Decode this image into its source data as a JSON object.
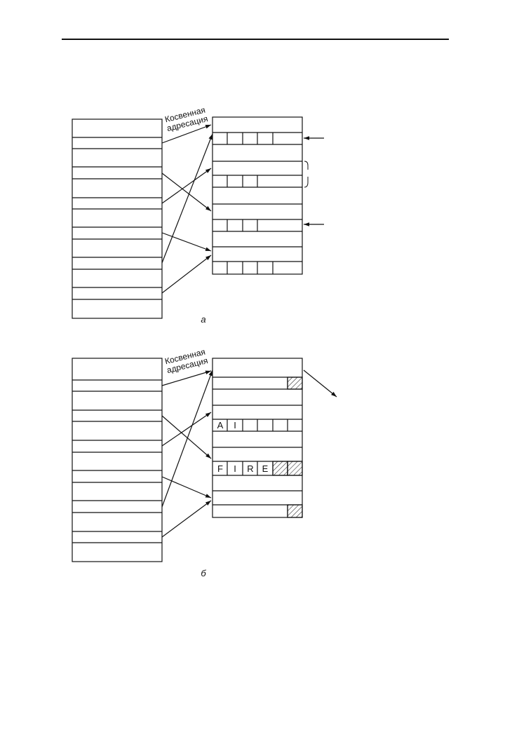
{
  "figure_a": {
    "caption": "а",
    "arrow_label_line1": "Косвенная",
    "arrow_label_line2": "адресация",
    "entry_chars": []
  },
  "figure_b": {
    "caption": "б",
    "arrow_label_line1": "Косвенная",
    "arrow_label_line2": "адресация",
    "row_ai_chars": [
      "A",
      "I"
    ],
    "row_fire_chars": [
      "F",
      "I",
      "R",
      "E"
    ]
  }
}
